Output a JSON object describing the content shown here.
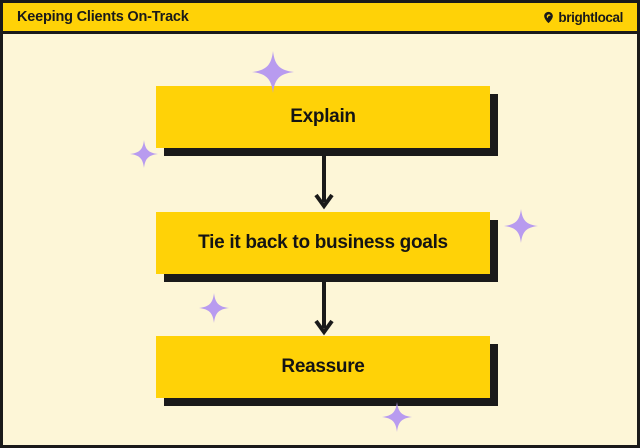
{
  "header": {
    "title": "Keeping Clients On-Track",
    "brand": {
      "name": "brightlocal",
      "mark_icon": "location-pin-icon"
    },
    "background_color": "#FFD207",
    "text_color": "#1A1A1A"
  },
  "canvas": {
    "background_color": "#FDF6D7",
    "border_color": "#1A1A1A"
  },
  "flow": {
    "type": "vertical-flowchart",
    "node_fill_color": "#FFD207",
    "node_shadow_color": "#1A1A1A",
    "arrow_color": "#1A1A1A",
    "nodes": [
      {
        "id": "explain",
        "label": "Explain"
      },
      {
        "id": "tie-to-goals",
        "label": "Tie it back to business goals"
      },
      {
        "id": "reassure",
        "label": "Reassure"
      }
    ],
    "connectors": [
      {
        "id": "arrow-1",
        "from": "explain",
        "to": "tie-to-goals",
        "icon": "arrow-down-icon"
      },
      {
        "id": "arrow-2",
        "from": "tie-to-goals",
        "to": "reassure",
        "icon": "arrow-down-icon"
      }
    ]
  },
  "decorations": {
    "sparkle_color": "#B89BEF",
    "items": [
      {
        "id": "sparkle-1",
        "icon": "sparkle-icon"
      },
      {
        "id": "sparkle-2",
        "icon": "sparkle-icon"
      },
      {
        "id": "sparkle-3",
        "icon": "sparkle-icon"
      },
      {
        "id": "sparkle-4",
        "icon": "sparkle-icon"
      },
      {
        "id": "sparkle-5",
        "icon": "sparkle-icon"
      }
    ]
  }
}
